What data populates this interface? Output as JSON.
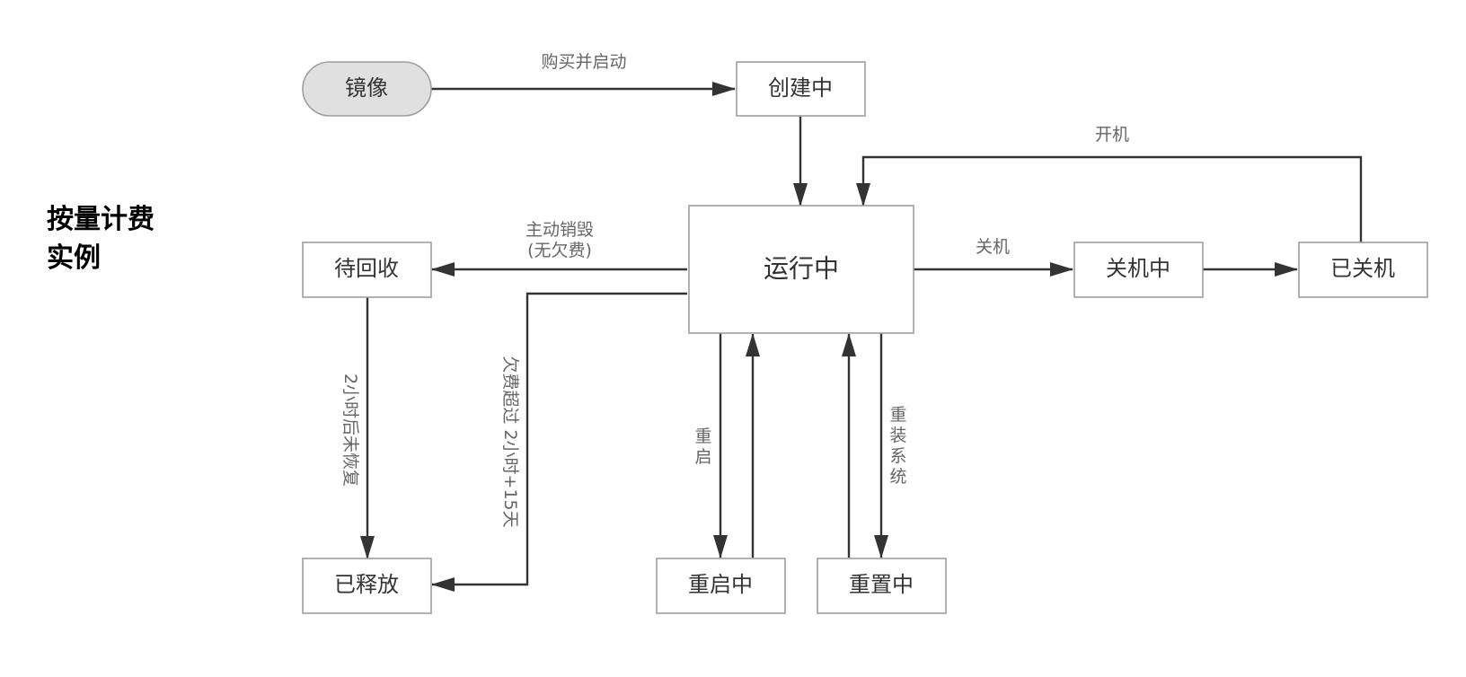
{
  "title": {
    "lines": [
      "按量计费",
      "实例"
    ]
  },
  "nodes": {
    "image": {
      "label": "镜像",
      "kind": "start"
    },
    "creating": {
      "label": "创建中"
    },
    "running": {
      "label": "运行中"
    },
    "pending_recycle": {
      "label": "待回收"
    },
    "released": {
      "label": "已释放"
    },
    "stopping": {
      "label": "关机中"
    },
    "stopped": {
      "label": "已关机"
    },
    "rebooting": {
      "label": "重启中"
    },
    "resetting": {
      "label": "重置中"
    }
  },
  "edges": [
    {
      "from": "image",
      "to": "creating",
      "label": "购买并启动"
    },
    {
      "from": "creating",
      "to": "running",
      "label": ""
    },
    {
      "from": "stopped",
      "to": "running",
      "label": "开机"
    },
    {
      "from": "running",
      "to": "pending_recycle",
      "label": "主动销毁\n(无欠费)"
    },
    {
      "from": "running",
      "to": "released",
      "label": "欠费超过 2小时+15天"
    },
    {
      "from": "pending_recycle",
      "to": "released",
      "label": "2小时后未恢复"
    },
    {
      "from": "running",
      "to": "stopping",
      "label": "关机"
    },
    {
      "from": "stopping",
      "to": "stopped",
      "label": ""
    },
    {
      "from": "running",
      "to": "rebooting",
      "label": "重启"
    },
    {
      "from": "rebooting",
      "to": "running",
      "label": ""
    },
    {
      "from": "resetting",
      "to": "running",
      "label": ""
    },
    {
      "from": "running",
      "to": "resetting",
      "label": "重装系统"
    }
  ],
  "colors": {
    "edge": "#333333",
    "node_border": "#9e9e9e",
    "start_fill": "#e0e0e0",
    "label_text": "#666666"
  }
}
